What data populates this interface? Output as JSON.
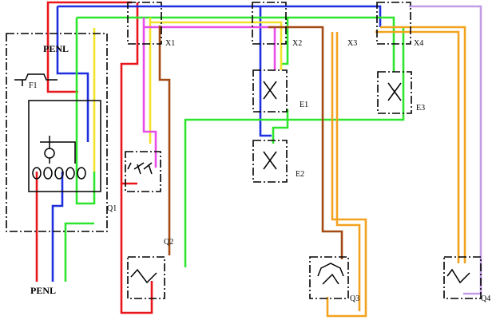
{
  "labels": {
    "penl_top": "PENL",
    "penl_bottom": "PENL",
    "f1": "F1",
    "q1": "Q1",
    "q2": "Q2",
    "q3": "Q3",
    "q4": "Q4",
    "x1": "X1",
    "x2": "X2",
    "x3": "X3",
    "x4": "X4",
    "e1": "E1",
    "e2": "E2",
    "e3": "E3"
  },
  "colors": {
    "red": "#e8161b",
    "blue": "#1f2fe0",
    "green": "#2ee52e",
    "yellow": "#f2e22a",
    "magenta": "#e84ee8",
    "brown": "#a44a14",
    "orange": "#f2a21e",
    "lilac": "#c39ce6",
    "black": "#000000"
  }
}
